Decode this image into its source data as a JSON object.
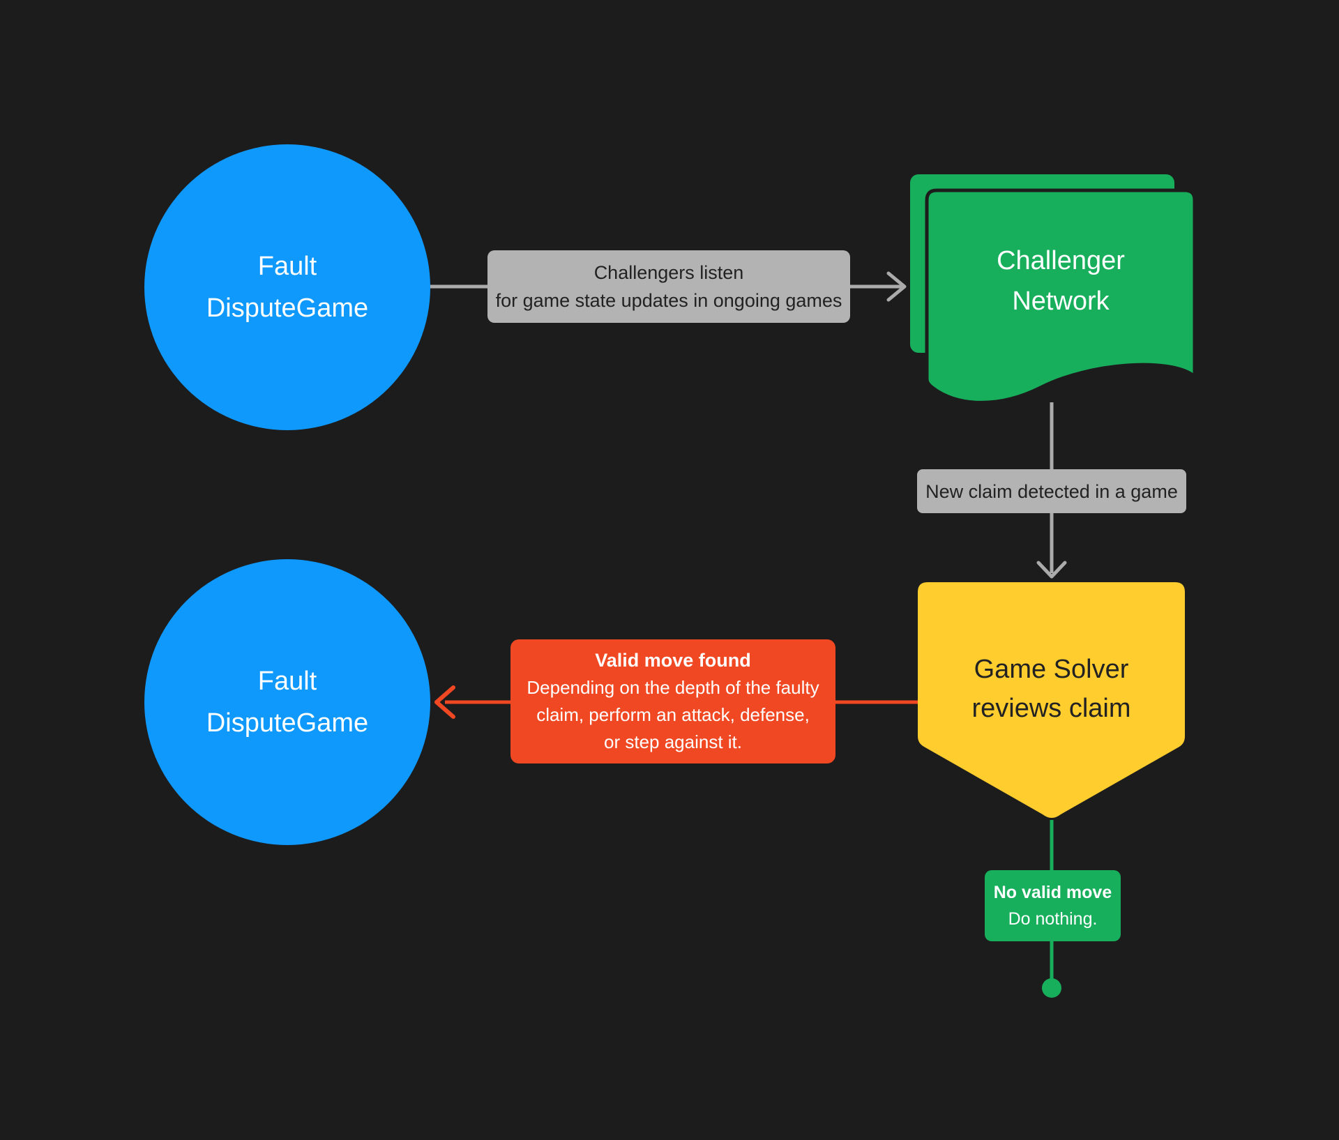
{
  "title": "Fault dispute game challenger flow",
  "colors": {
    "background": "#1c1c1c",
    "blue_node": "#0f99fd",
    "green_node": "#17ae5c",
    "yellow_node": "#ffcd2e",
    "red_label": "#f04822",
    "gray_label": "#b3b3b3",
    "gray_connector": "#ababab",
    "dark_text": "#222222",
    "white_text": "#ffffff"
  },
  "nodes": {
    "fault_dispute_top": {
      "shape": "circle",
      "label_line1": "Fault",
      "label_line2": "DisputeGame"
    },
    "challenger_network": {
      "shape": "stacked-document",
      "label_line1": "Challenger",
      "label_line2": "Network"
    },
    "game_solver": {
      "shape": "pentagon-down",
      "label_line1": "Game Solver",
      "label_line2": "reviews claim"
    },
    "fault_dispute_bottom": {
      "shape": "circle",
      "label_line1": "Fault",
      "label_line2": "DisputeGame"
    }
  },
  "edges": {
    "listen": {
      "label_line1": "Challengers listen",
      "label_line2": "for game state updates in ongoing games"
    },
    "new_claim": {
      "label": "New claim detected in a game"
    },
    "valid_move": {
      "title": "Valid move found",
      "body_line1": "Depending on the depth of the faulty",
      "body_line2": "claim, perform an attack, defense,",
      "body_line3": "or step against it."
    },
    "no_valid_move": {
      "title": "No valid move",
      "body": "Do nothing."
    }
  }
}
